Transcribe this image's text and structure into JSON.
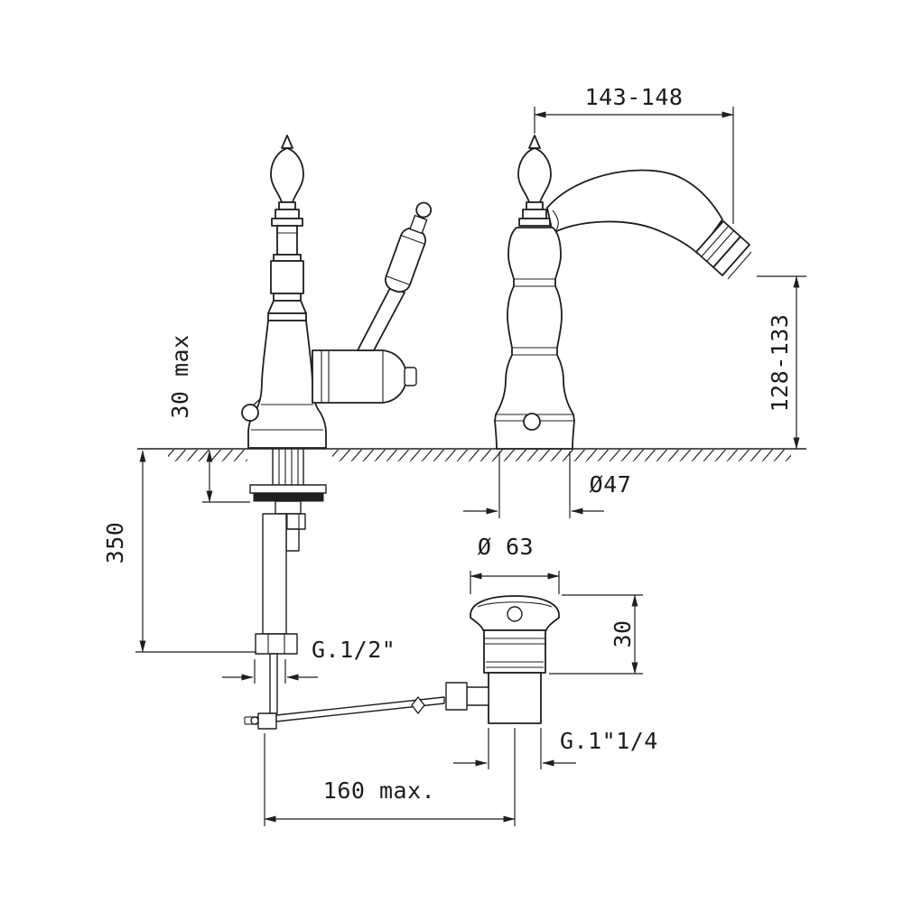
{
  "dimensions": {
    "spout_reach": "143-148",
    "spout_height": "128-133",
    "deck_max": "30 max",
    "hose_length": "350",
    "base_dia": "Ø47",
    "flange_dia": "Ø 63",
    "waste_height": "30",
    "supply_thread": "G.1/2\"",
    "waste_thread": "G.1\"1/4",
    "rod_reach": "160 max."
  }
}
